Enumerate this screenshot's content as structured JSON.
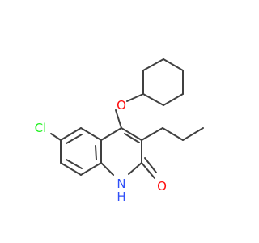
{
  "molecule": {
    "atoms": {
      "oxygen_ether": "O",
      "chlorine": "Cl",
      "nitrogen": "N",
      "hydrogen": "H",
      "oxygen_carbonyl": "O"
    },
    "colors": {
      "bond": "#404040",
      "oxygen": "#ff0d0d",
      "nitrogen": "#3050f8",
      "chlorine": "#1ff01f"
    }
  }
}
